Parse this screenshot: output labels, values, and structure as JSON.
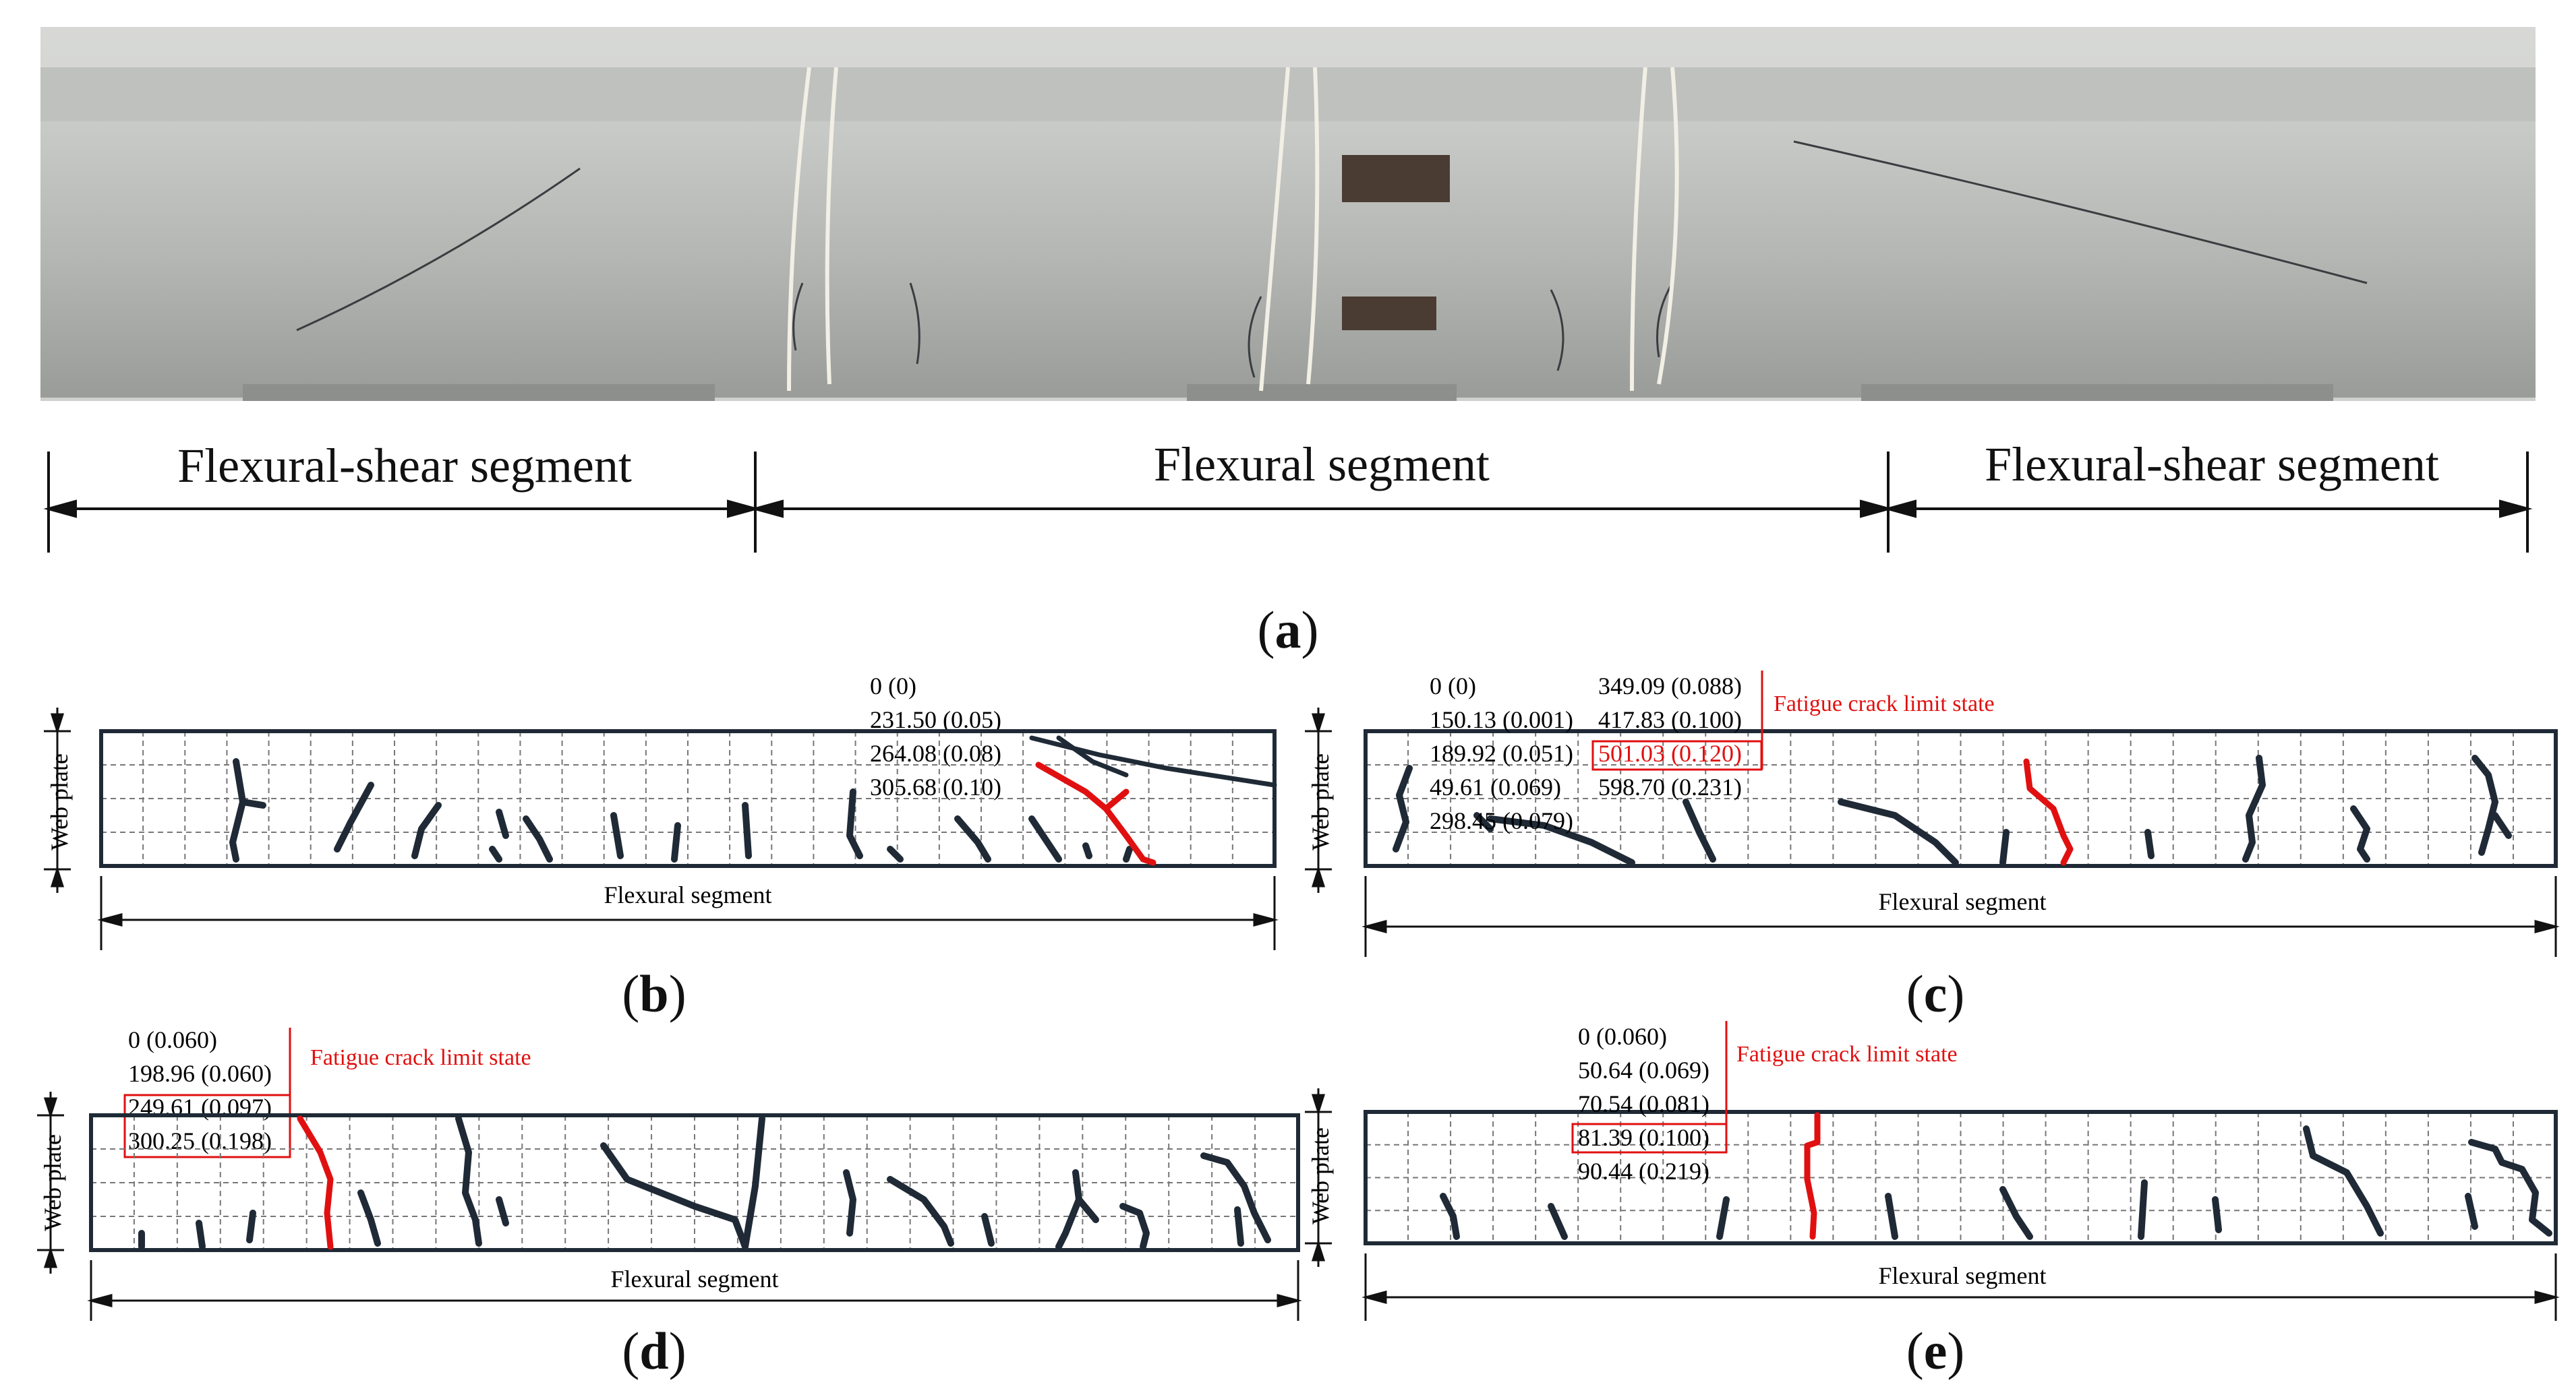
{
  "panel_a": {
    "segments": [
      "Flexural-shear segment",
      "Flexural segment",
      "Flexural-shear segment"
    ],
    "caption": {
      "open": "(",
      "letter": "a",
      "close": ")"
    }
  },
  "panel_b": {
    "caption": {
      "open": "(",
      "letter": "b",
      "close": ")"
    },
    "side_label": "Web plate",
    "bottom_label": "Flexural segment",
    "loads": [
      "0 (0)",
      "231.50 (0.05)",
      "264.08 (0.08)",
      "305.68 (0.10)"
    ]
  },
  "panel_c": {
    "caption": {
      "open": "(",
      "letter": "c",
      "close": ")"
    },
    "side_label": "Web plate",
    "bottom_label": "Flexural segment",
    "loads_left": [
      "0 (0)",
      "150.13 (0.001)",
      "189.92 (0.051)",
      "49.61 (0.069)",
      "298.45 (0.079)"
    ],
    "loads_right": [
      "349.09 (0.088)",
      "417.83 (0.100)",
      "501.03 (0.120)",
      "598.70 (0.231)"
    ],
    "limit_label": "Fatigue crack limit state"
  },
  "panel_d": {
    "caption": {
      "open": "(",
      "letter": "d",
      "close": ")"
    },
    "side_label": "Web plate",
    "bottom_label": "Flexural segment",
    "loads": [
      "0 (0.060)",
      "198.96 (0.060)",
      "249.61 (0.097)",
      "300.25 (0.198)"
    ],
    "limit_label": "Fatigue crack limit state"
  },
  "panel_e": {
    "caption": {
      "open": "(",
      "letter": "e",
      "close": ")"
    },
    "side_label": "Web plate",
    "bottom_label": "Flexural segment",
    "loads": [
      "0 (0.060)",
      "50.64 (0.069)",
      "70.54 (0.081)",
      "81.39 (0.100)",
      "90.44 (0.219)"
    ],
    "limit_label": "Fatigue crack limit state"
  },
  "colors": {
    "crack": "#1f2a36",
    "limit_crack": "#e11010",
    "frame": "#1f2a36",
    "grid": "#777777"
  }
}
